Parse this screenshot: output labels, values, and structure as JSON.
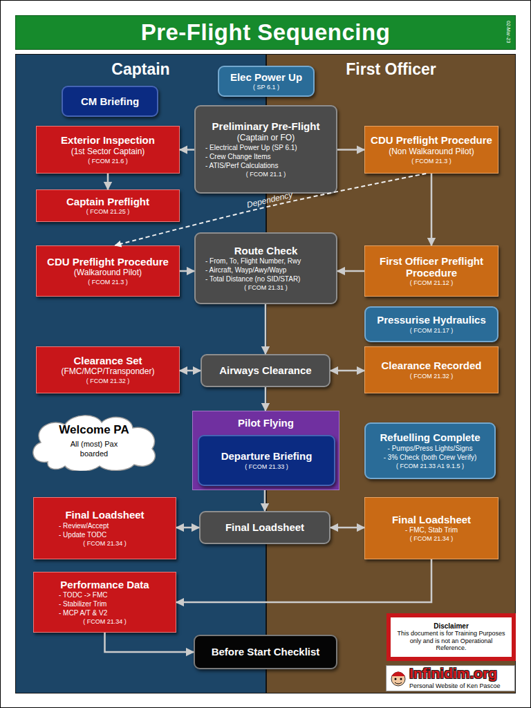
{
  "diagram": {
    "title": "Pre-Flight Sequencing",
    "nodes": [
      {
        "text": [
          "Captain"
        ]
      },
      {
        "text": [
          "First Officer"
        ]
      },
      {
        "text": [
          "Elec Power Up",
          "( SP 6.1 )"
        ]
      },
      {
        "text": [
          "CM Briefing"
        ],
        "in": 0
      },
      {
        "text": [
          "Preliminary Pre-Flight",
          "(Captain or FO)",
          "- Electrical Power Up (SP 6.1)",
          "- Crew Change Items",
          "- ATIS/Perf Calculations",
          "( FCOM 21.1 )"
        ]
      },
      {
        "text": [
          "Exterior Inspection",
          "(1st Sector Captain)",
          "( FCOM 21.6 )"
        ],
        "in": 0
      },
      {
        "text": [
          "CDU Preflight Procedure",
          "(Non Walkaround Pilot)",
          "( FCOM 21.3 )"
        ],
        "in": 1
      },
      {
        "text": [
          "Captain Preflight",
          "( FCOM 21.25 )"
        ],
        "in": 0
      },
      {
        "text": [
          "CDU Preflight Procedure",
          "(Walkaround Pilot)",
          "( FCOM 21.3 )"
        ],
        "in": 0
      },
      {
        "text": [
          "Route Check",
          "- From, To, Flight Number, Rwy",
          "- Aircraft, Wayp/Awy/Wayp",
          "- Total Distance (no SID/STAR)",
          "( FCOM 21.31 )"
        ]
      },
      {
        "text": [
          "First Officer Preflight Procedure",
          "( FCOM 21.12 )"
        ],
        "in": 1
      },
      {
        "text": [
          "Pressurise Hydraulics",
          "( FCOM 21.17 )"
        ],
        "in": 1
      },
      {
        "text": [
          "Clearance Set",
          "(FMC/MCP/Transponder)",
          "( FCOM 21.32 )"
        ],
        "in": 0
      },
      {
        "text": [
          "Airways Clearance"
        ]
      },
      {
        "text": [
          "Clearance Recorded",
          "( FCOM 21.32 )"
        ],
        "in": 1
      },
      {
        "text": [
          "Welcome PA",
          "All (most) Pax boarded"
        ],
        "in": 0
      },
      {
        "text": [
          "Pilot Flying"
        ]
      },
      {
        "text": [
          "Departure Briefing",
          "( FCOM 21.33 )"
        ],
        "in": 16
      },
      {
        "text": [
          "Refuelling Complete",
          "- Pumps/Press Lights/Signs",
          "- 3% Check (both Crew Verify)",
          "( FCOM 21.33 A1 9.1.5 )"
        ],
        "in": 1
      },
      {
        "text": [
          "Final Loadsheet",
          "- Review/Accept",
          "- Update TODC",
          "( FCOM 21.34 )"
        ],
        "in": 0
      },
      {
        "text": [
          "Final Loadsheet"
        ]
      },
      {
        "text": [
          "Final Loadsheet",
          "- FMC, Stab Trim",
          "( FCOM 21.34 )"
        ],
        "in": 1
      },
      {
        "text": [
          "Performance Data",
          "- TODC -> FMC",
          "- Stabilizer Trim",
          "- MCP A/T & V2",
          "( FCOM 21.34 )"
        ],
        "in": 0
      },
      {
        "text": [
          "Before Start Checklist"
        ]
      },
      {
        "text": [
          "Disclaimer",
          "This document is for Training Purposes only and is not an Operational Reference."
        ],
        "in": 1
      }
    ],
    "edges": [
      {
        "from": 4,
        "to": 5,
        "arrow": "to"
      },
      {
        "from": 4,
        "to": 6,
        "arrow": "to"
      },
      {
        "from": 5,
        "to": 7,
        "arrow": "to"
      },
      {
        "from": 6,
        "to": 8,
        "label": "Dependency",
        "arrow": "to"
      },
      {
        "from": 6,
        "to": 10,
        "arrow": "to"
      },
      {
        "from": 8,
        "to": 9,
        "arrow": "to"
      },
      {
        "from": 10,
        "to": 9,
        "arrow": "to"
      },
      {
        "from": 9,
        "to": 13,
        "arrow": "to"
      },
      {
        "from": 13,
        "to": 12,
        "arrow": "both"
      },
      {
        "from": 13,
        "to": 14,
        "arrow": "both"
      },
      {
        "from": 13,
        "to": 16,
        "arrow": "to"
      },
      {
        "from": 16,
        "to": 20,
        "arrow": "to"
      },
      {
        "from": 20,
        "to": 19,
        "arrow": "both"
      },
      {
        "from": 20,
        "to": 21,
        "arrow": "both"
      },
      {
        "from": 21,
        "to": 22,
        "arrow": "to"
      },
      {
        "from": 22,
        "to": 23,
        "arrow": "to"
      }
    ],
    "labels": [
      "02-Mar-23",
      "Infinidim.org",
      "Personal Website of Ken Pascoe"
    ]
  }
}
